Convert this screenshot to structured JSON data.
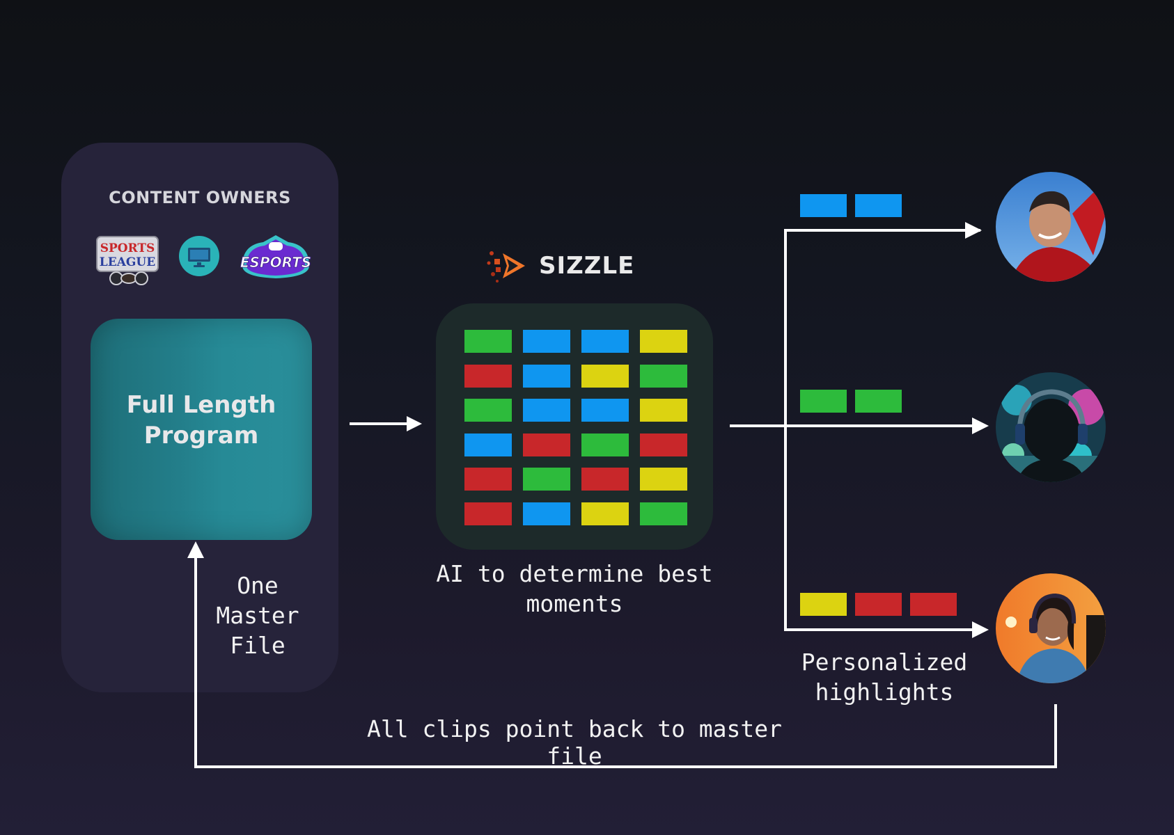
{
  "owners": {
    "title": "CONTENT OWNERS",
    "logos": [
      {
        "name": "sports-league-logo",
        "text_lines": [
          "SPORTS",
          "LEAGUE"
        ]
      },
      {
        "name": "tv-icon"
      },
      {
        "name": "esports-logo",
        "text": "ESPORTS"
      }
    ]
  },
  "program": {
    "label_lines": [
      "Full Length",
      "Program"
    ]
  },
  "master": {
    "label_lines": [
      "One",
      "Master",
      "File"
    ]
  },
  "brand": {
    "name": "SIZZLE"
  },
  "ai": {
    "label_lines": [
      "AI to determine best",
      "moments"
    ]
  },
  "clip_grid": [
    [
      "green",
      "blue",
      "blue",
      "yellow"
    ],
    [
      "red",
      "blue",
      "yellow",
      "green"
    ],
    [
      "green",
      "blue",
      "blue",
      "yellow"
    ],
    [
      "blue",
      "red",
      "green",
      "red"
    ],
    [
      "red",
      "green",
      "red",
      "yellow"
    ],
    [
      "red",
      "blue",
      "yellow",
      "green"
    ]
  ],
  "outputs": [
    {
      "clips": [
        "blue",
        "blue"
      ],
      "avatar": "fan-avatar"
    },
    {
      "clips": [
        "green",
        "green"
      ],
      "avatar": "gamer-avatar"
    },
    {
      "clips": [
        "yellow",
        "red",
        "red"
      ],
      "avatar": "streamer-avatar"
    }
  ],
  "personalized": {
    "label_lines": [
      "Personalized",
      "highlights"
    ]
  },
  "footer": {
    "label": "All clips point back to master file"
  },
  "colors": {
    "green": "#2dbb3c",
    "blue": "#0f96f0",
    "yellow": "#dcd311",
    "red": "#c8272a",
    "teal": "#268a96",
    "arrow": "#ffffff"
  }
}
